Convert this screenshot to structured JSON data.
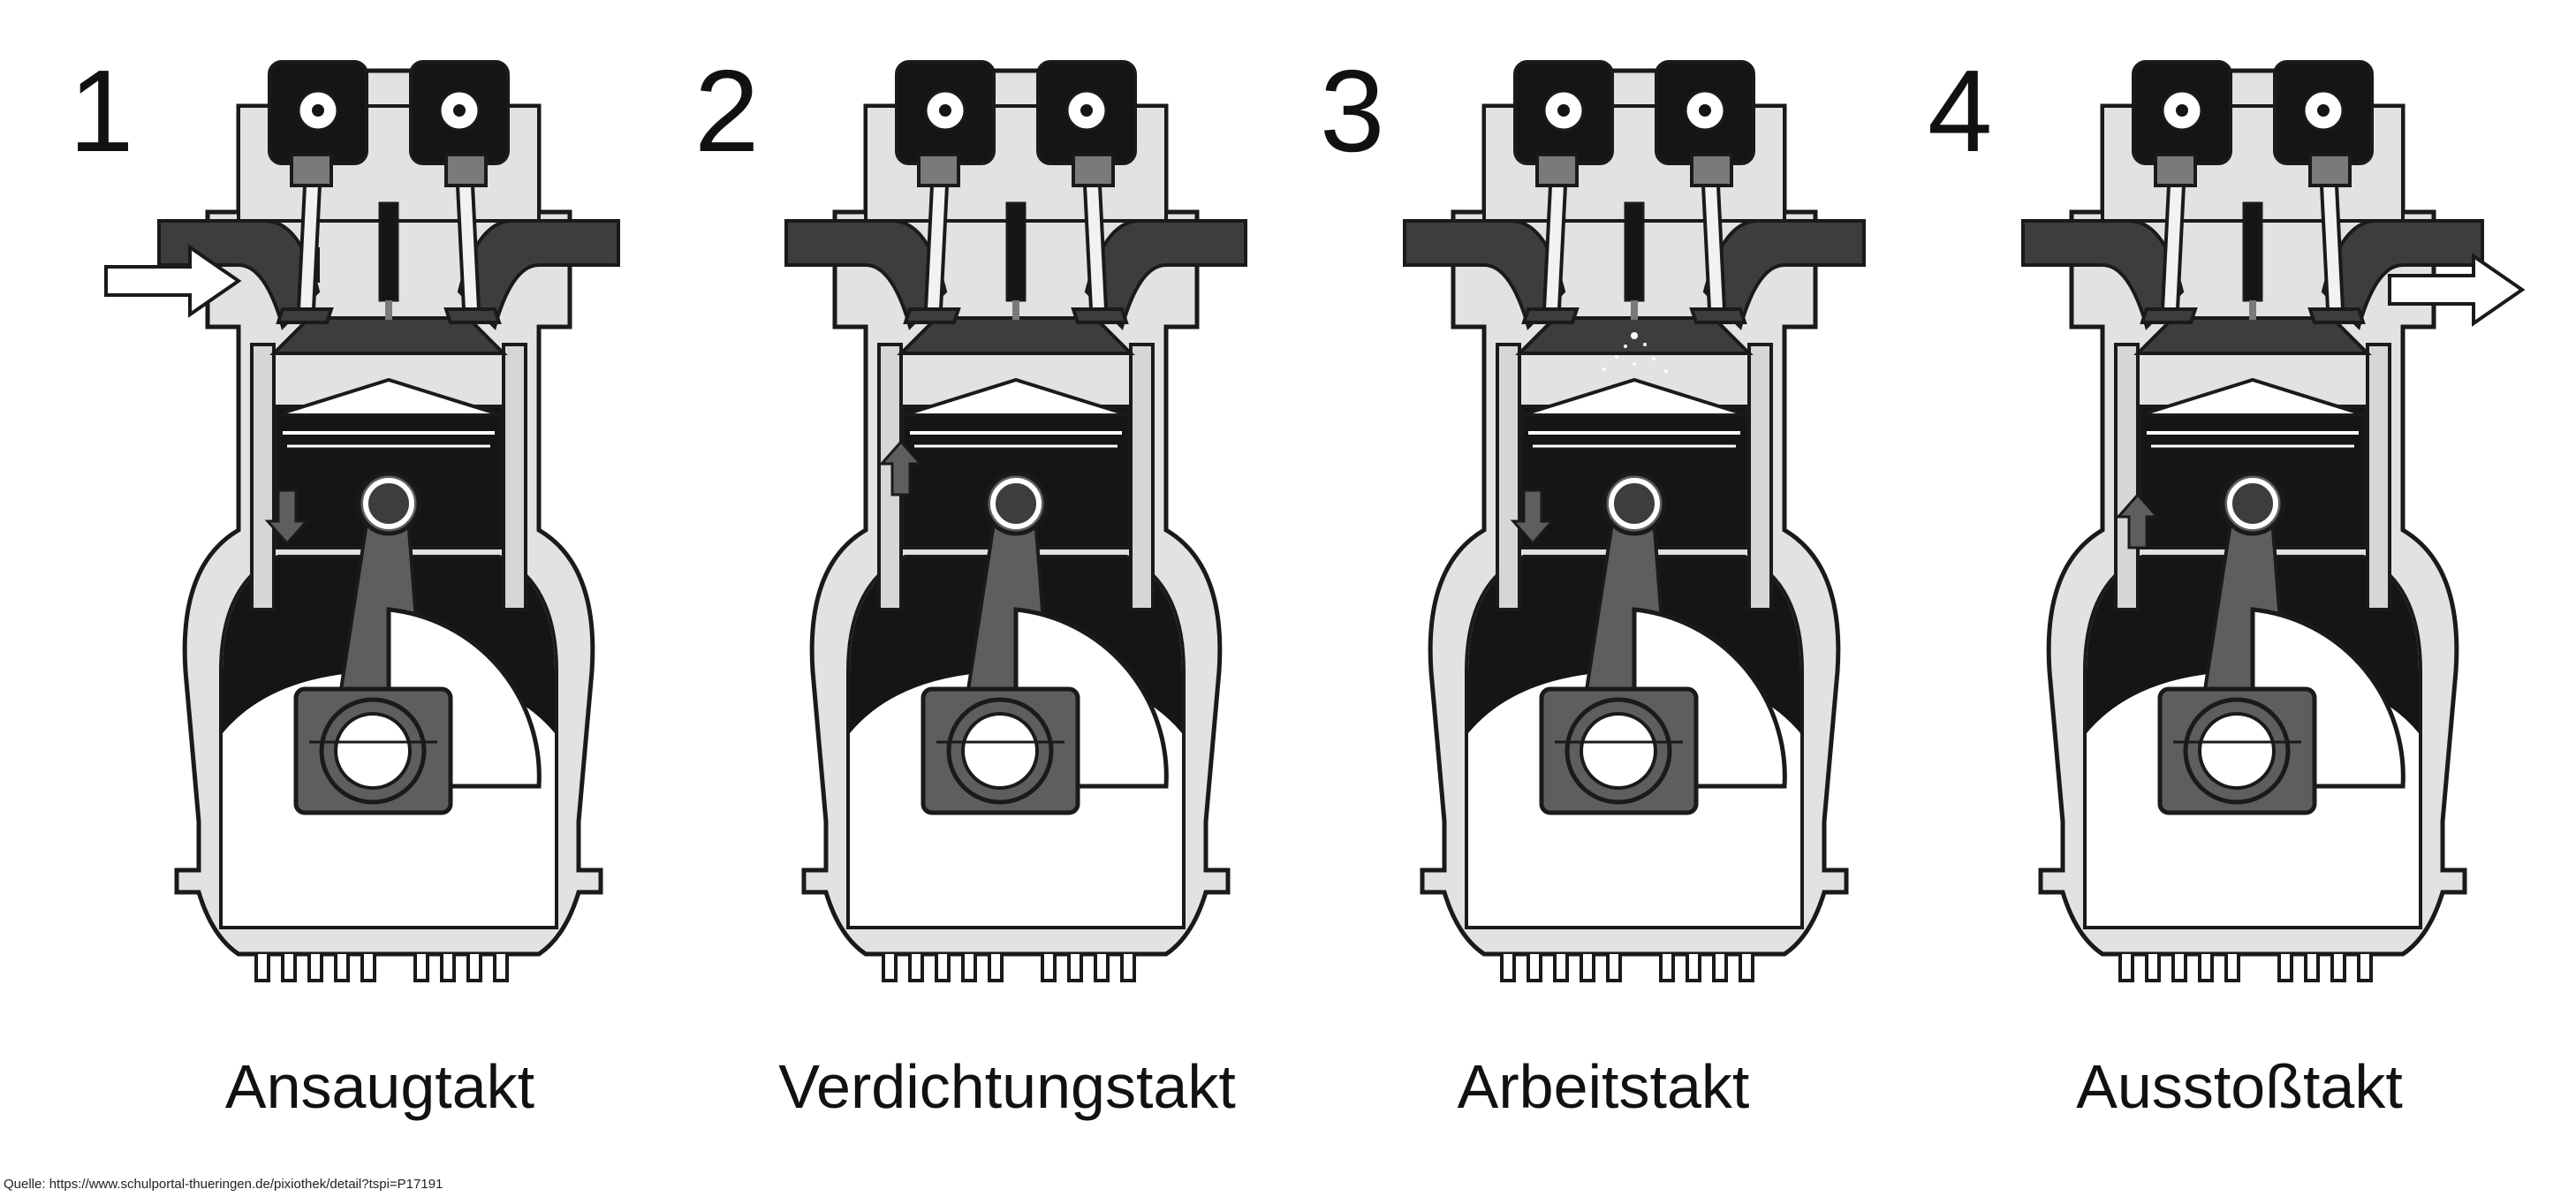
{
  "panels": [
    {
      "number": "1",
      "label": "Ansaugtakt"
    },
    {
      "number": "2",
      "label": "Verdichtungstakt"
    },
    {
      "number": "3",
      "label": "Arbeitstakt"
    },
    {
      "number": "4",
      "label": "Ausstoßtakt"
    }
  ],
  "source": "Quelle: https://www.schulportal-thueringen.de/pixiothek/detail?tspi=P17191",
  "colors": {
    "outline": "#1a1a1a",
    "casing": "#e2e2e2",
    "gas": "#3d3d3d",
    "metal": "#5e5e5e",
    "dark": "#151515",
    "light": "#ffffff"
  }
}
